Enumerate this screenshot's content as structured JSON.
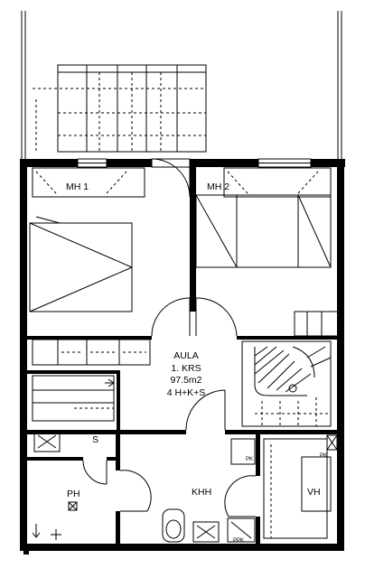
{
  "rooms": {
    "mh1": "MH 1",
    "mh2": "MH 2",
    "aula": "AULA",
    "s": "S",
    "ph": "PH",
    "khh": "KHH",
    "vh": "VH"
  },
  "plan_info": {
    "floor": "1. KRS",
    "area": "97.5m2",
    "layout": "4 H+K+S"
  },
  "fixtures": {
    "pk_left": "PK",
    "pk_right": "PK",
    "ppk": "PPK"
  }
}
